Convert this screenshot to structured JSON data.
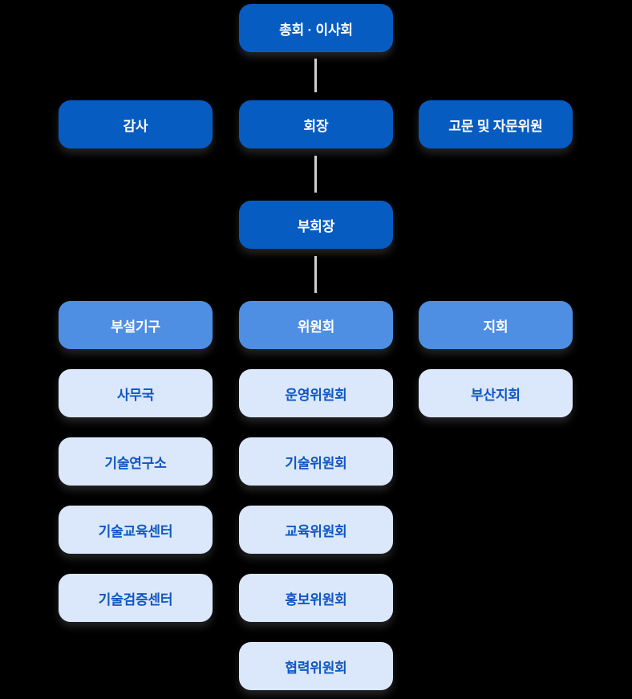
{
  "colors": {
    "background": "#000000",
    "primary_dark": "#075CC1",
    "primary_medium": "#4F8FE3",
    "light_fill": "#DBE7FB",
    "light_text": "#0F57C4",
    "node_text_light": "#FFFFFF",
    "connector": "#CFCFCF"
  },
  "org_chart": {
    "top": {
      "label": "총회 · 이사회"
    },
    "row2": {
      "auditor": "감사",
      "president": "회장",
      "advisors": "고문 및 자문위원"
    },
    "vice_president": {
      "label": "부회장"
    },
    "columns": [
      {
        "header": "부설기구",
        "items": [
          "사무국",
          "기술연구소",
          "기술교육센터",
          "기술검증센터"
        ]
      },
      {
        "header": "위원회",
        "items": [
          "운영위원회",
          "기술위원회",
          "교육위원회",
          "홍보위원회",
          "협력위원회"
        ]
      },
      {
        "header": "지회",
        "items": [
          "부산지회"
        ]
      }
    ]
  }
}
